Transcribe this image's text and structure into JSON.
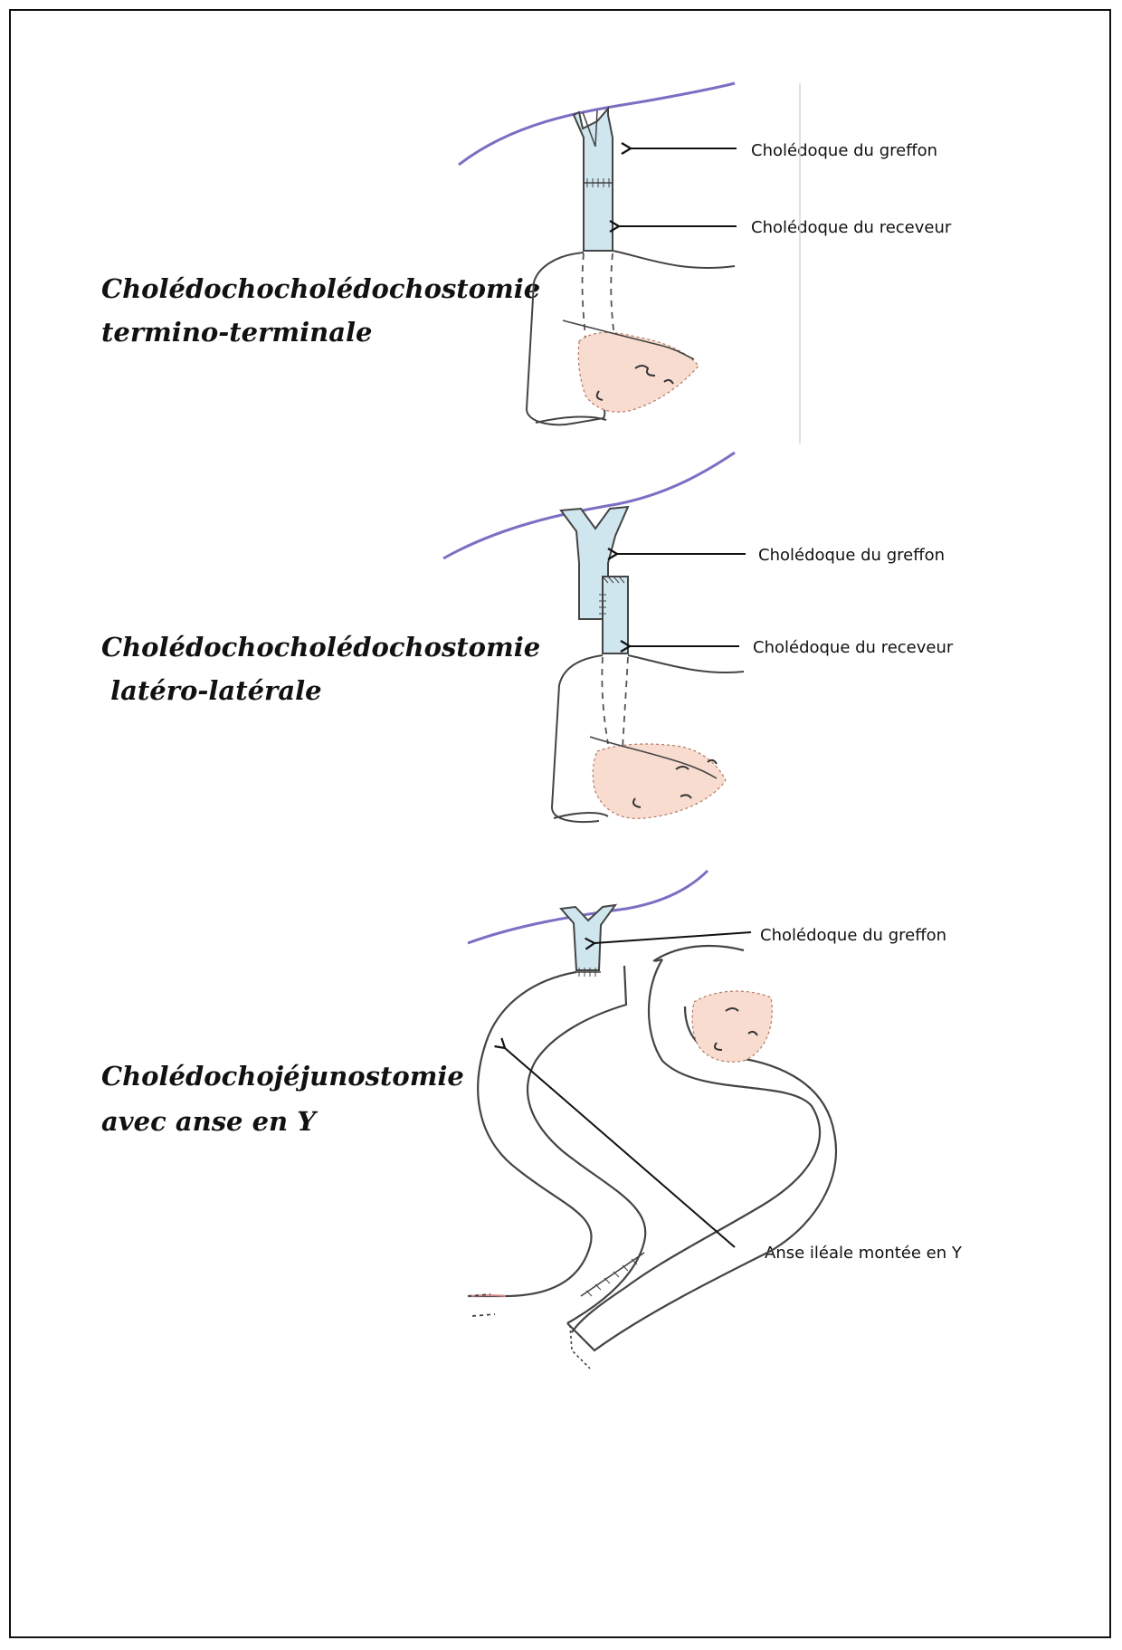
{
  "panels": [
    {
      "title_line1": "Cholédochocholédochostomie",
      "title_line2": "termino-terminale",
      "labels": [
        "Cholédoque du greffon",
        "Cholédoque du receveur"
      ]
    },
    {
      "title_line1": "Cholédochocholédochostomie",
      "title_line2": " latéro-latérale",
      "labels": [
        "Cholédoque du greffon",
        "Cholédoque du receveur"
      ]
    },
    {
      "title_line1": "Cholédochojéjunostomie",
      "title_line2": "avec anse en Y",
      "labels": [
        "Cholédoque du greffon",
        "Anse iléale montée en Y"
      ]
    }
  ],
  "colors": {
    "liver_outline": "#7b6fc4",
    "bile_duct_fill": "#cfe6ef",
    "pancreas_tint": "#f4c8b4",
    "intestine_tint": "#f0c4c0",
    "ink": "#333333"
  }
}
